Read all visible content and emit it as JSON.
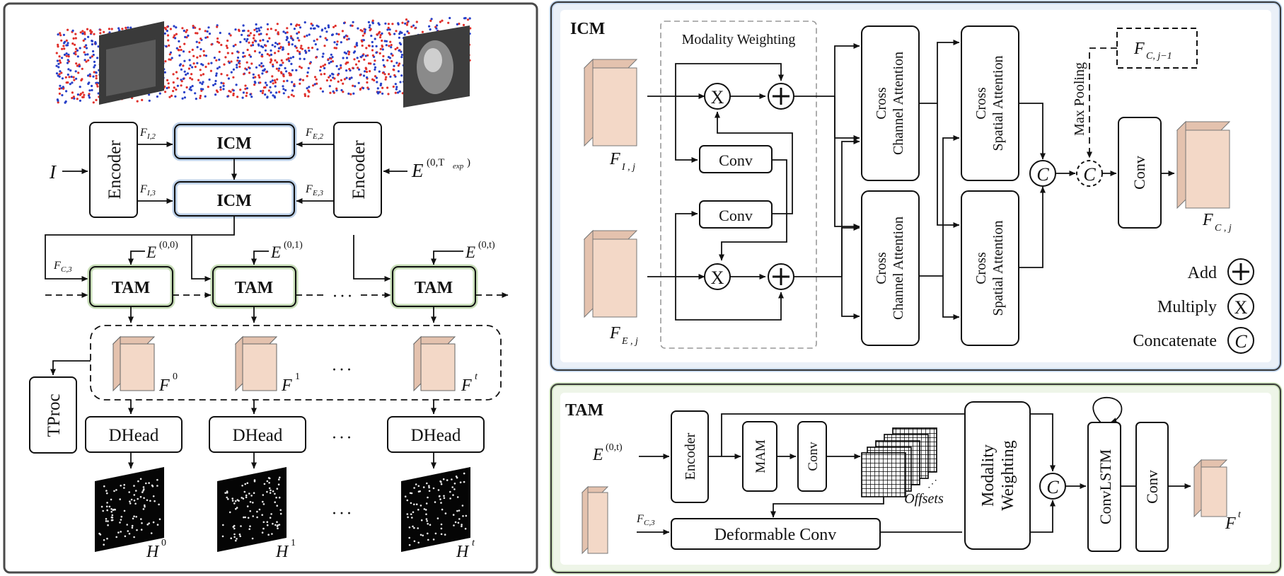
{
  "colors": {
    "panel_border": "#3a3a3a",
    "icm_fill": "#eef3f9",
    "icm_border": "#bfd3ea",
    "tam_fill": "#f1f6ec",
    "tam_border": "#c6dcb6",
    "feature_face": "#f3d8c7",
    "feature_side": "#e4c2ae",
    "event_red": "#e0302b",
    "event_blue": "#2840c8"
  },
  "left": {
    "input_I": "I",
    "input_E": "E",
    "input_E_sup": "(0,T",
    "input_E_sub": "exp",
    "input_E_close": ")",
    "encoder": "Encoder",
    "icm": "ICM",
    "tam": "TAM",
    "f_i2": "F",
    "f_i2_sub": "I,2",
    "f_e2": "F",
    "f_e2_sub": "E,2",
    "f_i3_sub": "I,3",
    "f_e3_sub": "E,3",
    "fc3_sub": "C,3",
    "e00": "(0,0)",
    "e01": "(0,1)",
    "e0t": "(0,t)",
    "dots": "· · ·",
    "tproc": "TProc",
    "dhead": "DHead",
    "f0": "0",
    "f1": "1",
    "ft": "t",
    "H": "H",
    "F": "F"
  },
  "icm_panel": {
    "title": "ICM",
    "modality_weighting": "Modality Weighting",
    "conv": "Conv",
    "cross_channel_1": "Cross",
    "cross_channel_2": "Channel Attention",
    "cross_spatial_1": "Cross",
    "cross_spatial_2": "Spatial Attention",
    "max_pooling": "Max Pooling",
    "fc_prev_sub": "C, j−1",
    "fij_sub": "I , j",
    "fej_sub": "E , j",
    "fcj_sub": "C , j",
    "add_label": "Add",
    "multiply_label": "Multiply",
    "concat_label": "Concatenate",
    "mul_sym": "X",
    "concat_sym": "C"
  },
  "tam_panel": {
    "title": "TAM",
    "input_E": "E",
    "input_E_sup": "(0,t)",
    "encoder": "Encoder",
    "mam": "MAM",
    "conv": "Conv",
    "offsets": "Offsets",
    "deformable_conv": "Deformable Conv",
    "modality_weighting_1": "Modality",
    "modality_weighting_2": "Weighting",
    "convlstm": "ConvLSTM",
    "fc3_sub": "C,3",
    "output_F": "F",
    "output_sup": "t"
  }
}
